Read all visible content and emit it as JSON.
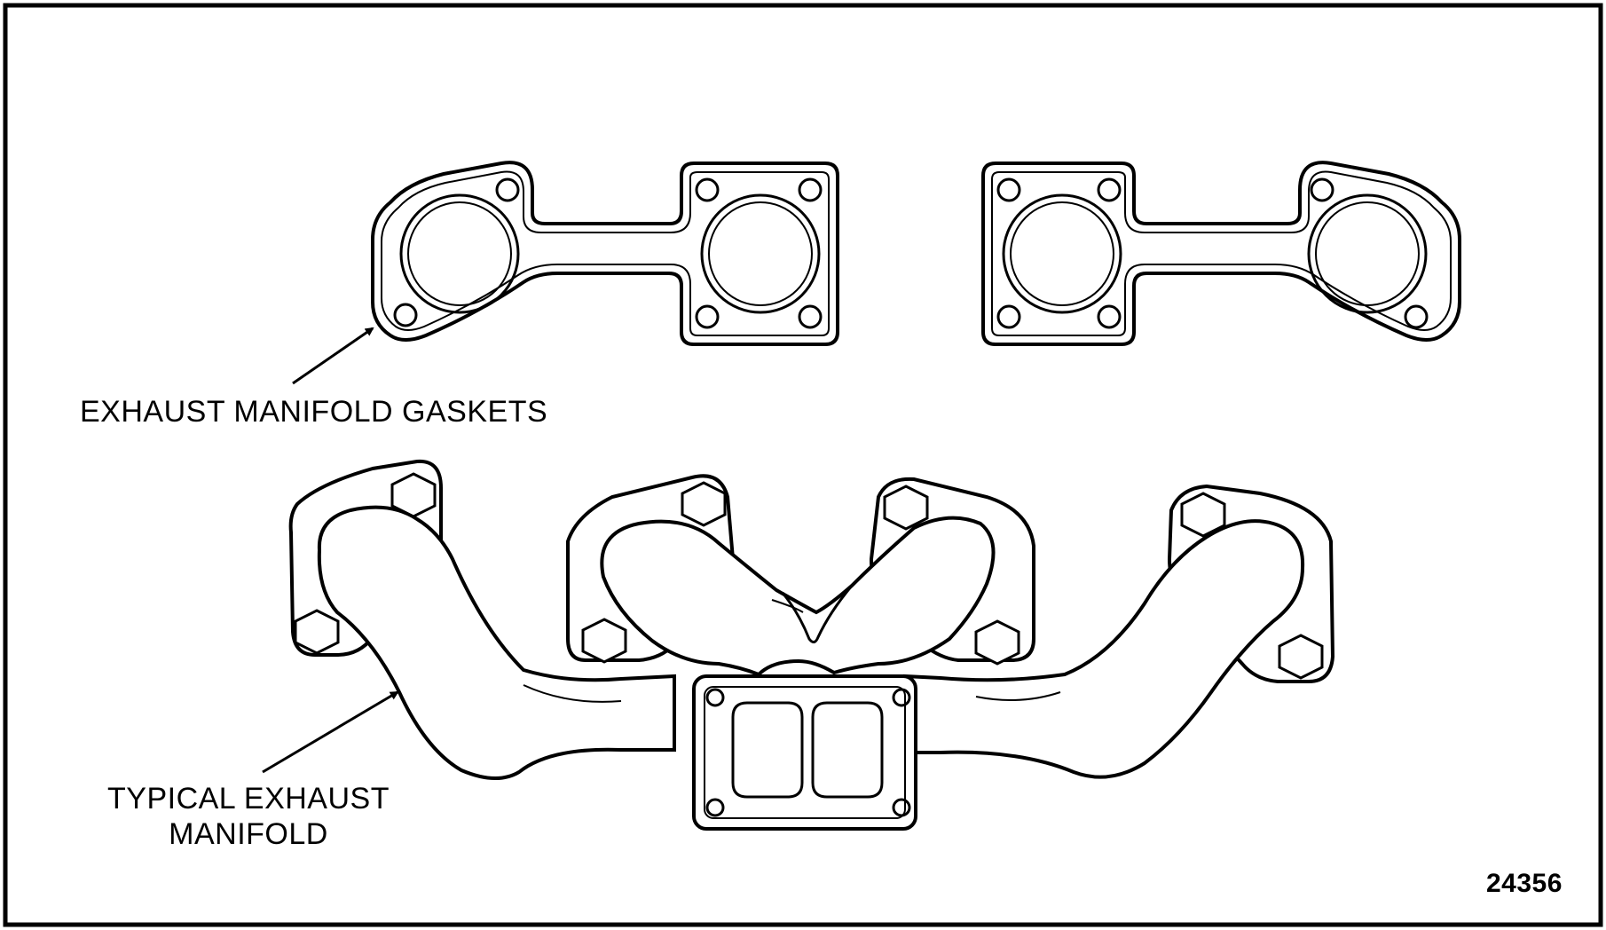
{
  "labels": {
    "gaskets": "EXHAUST MANIFOLD GASKETS",
    "manifold_line1": "TYPICAL EXHAUST",
    "manifold_line2": "MANIFOLD",
    "figure_number": "24356"
  },
  "colors": {
    "ink": "#000000",
    "paper": "#ffffff"
  }
}
